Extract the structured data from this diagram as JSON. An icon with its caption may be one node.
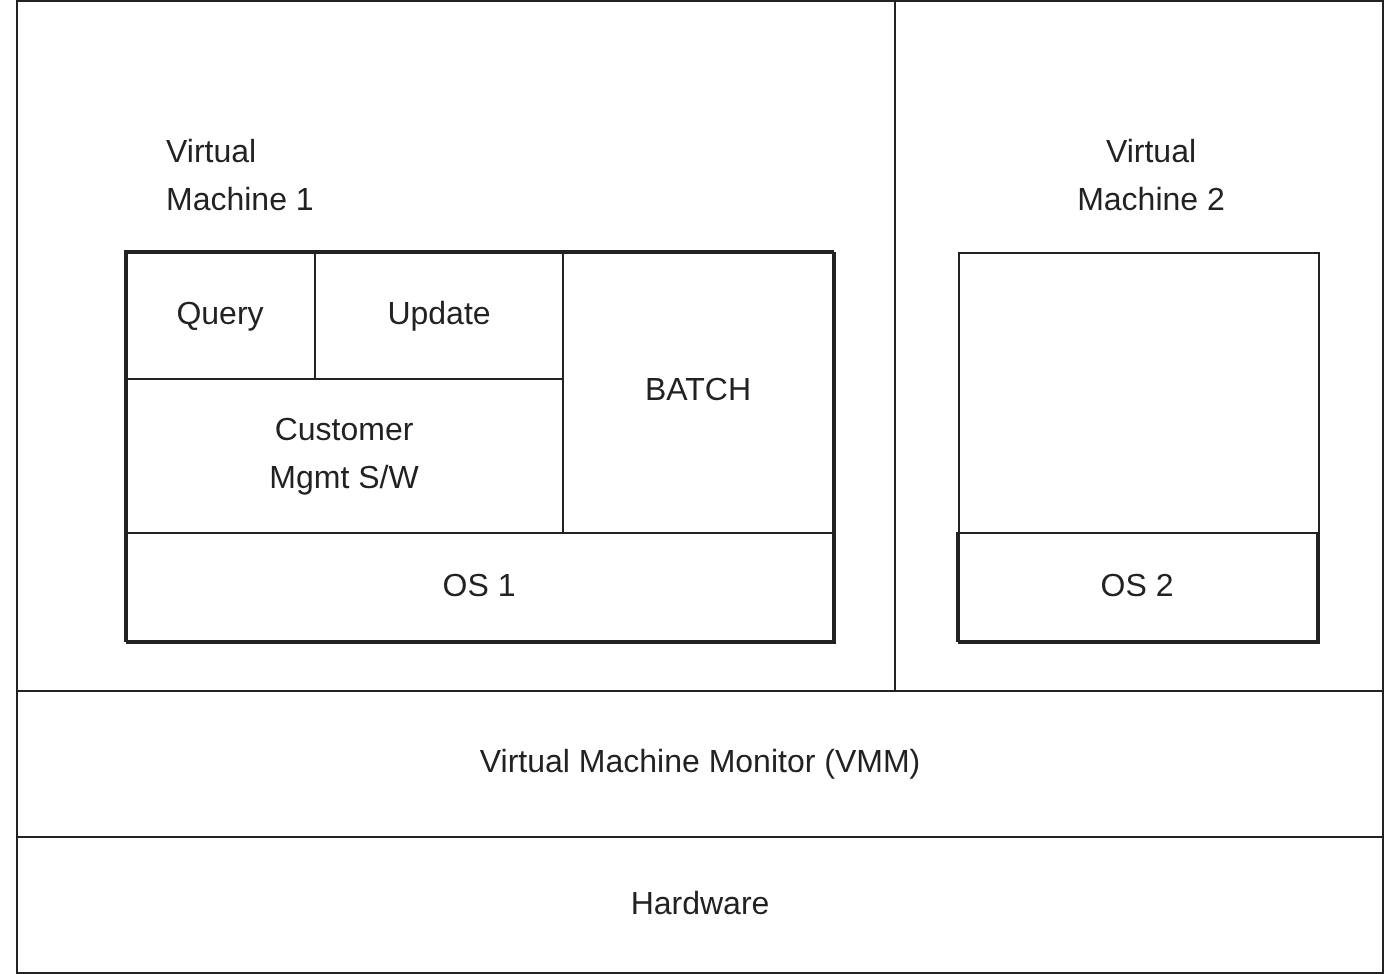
{
  "diagram": {
    "nodes": [
      {
        "text": [
          "Virtual Machine 1"
        ]
      },
      {
        "text": [],
        "shape": "box",
        "in": 0
      },
      {
        "text": [
          "Query"
        ],
        "in": 1
      },
      {
        "text": [
          "Update"
        ],
        "in": 1
      },
      {
        "text": [
          "Customer Mgmt S/W"
        ],
        "in": 1
      },
      {
        "text": [
          "BATCH"
        ],
        "in": 1
      },
      {
        "text": [
          "OS 1"
        ],
        "in": 1
      },
      {
        "text": [
          "Virtual Machine 2"
        ]
      },
      {
        "text": [],
        "shape": "box",
        "in": 7
      },
      {
        "text": [
          "OS 2"
        ],
        "in": 8
      },
      {
        "text": [
          "Virtual Machine Monitor (VMM)"
        ]
      },
      {
        "text": [
          "Hardware"
        ]
      }
    ]
  }
}
